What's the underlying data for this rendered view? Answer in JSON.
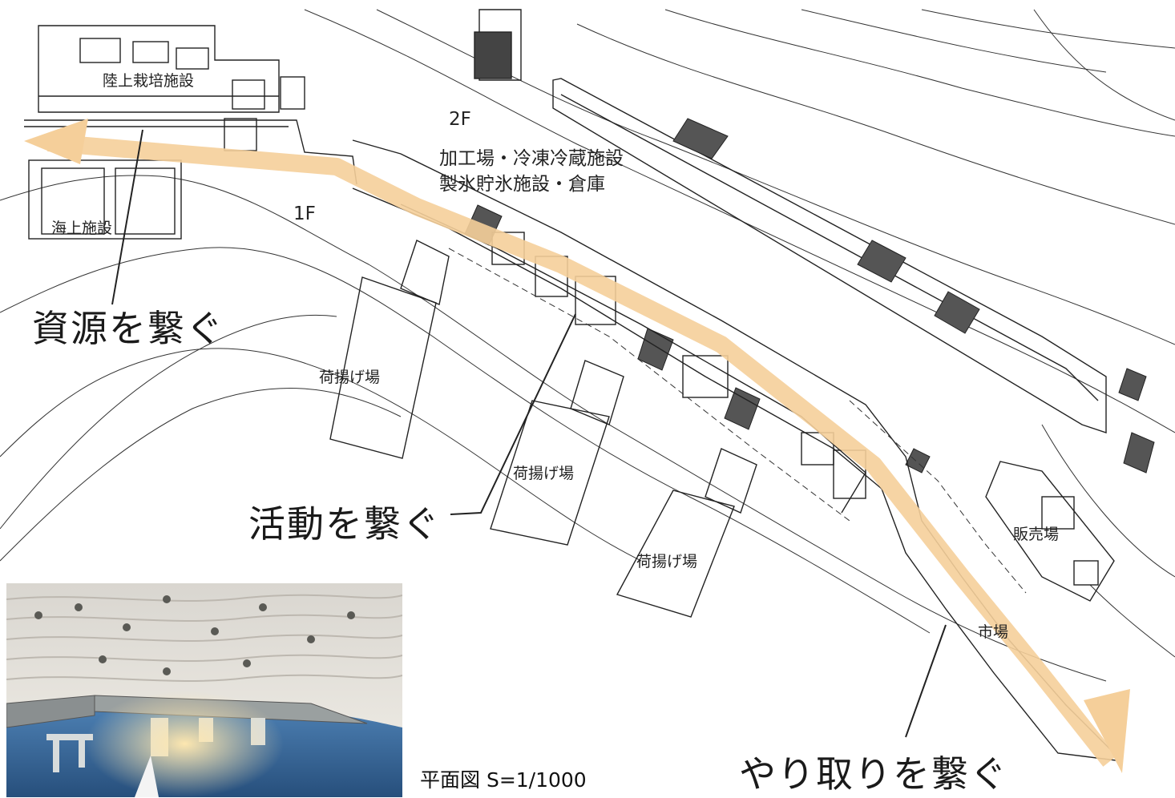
{
  "labels": {
    "land_facility": "陸上栽培施設",
    "sea_facility": "海上施設",
    "floor_2f": "2F",
    "processing_line1": "加工場・冷凍冷蔵施設",
    "processing_line2": "製氷貯氷施設・倉庫",
    "floor_1f": "1F",
    "landing_1": "荷揚げ場",
    "landing_2": "荷揚げ場",
    "landing_3": "荷揚げ場",
    "sales": "販売場",
    "market": "市場"
  },
  "captions": {
    "resources": "資源を繋ぐ",
    "activities": "活動を繋ぐ",
    "exchange": "やり取りを繋ぐ"
  },
  "scale_note": "平面図 S=1/1000",
  "colors": {
    "flow_arrow": "#f5cf9a",
    "line": "#222222",
    "water": "#3c6fa3",
    "model_land": "#e9e6e0"
  }
}
